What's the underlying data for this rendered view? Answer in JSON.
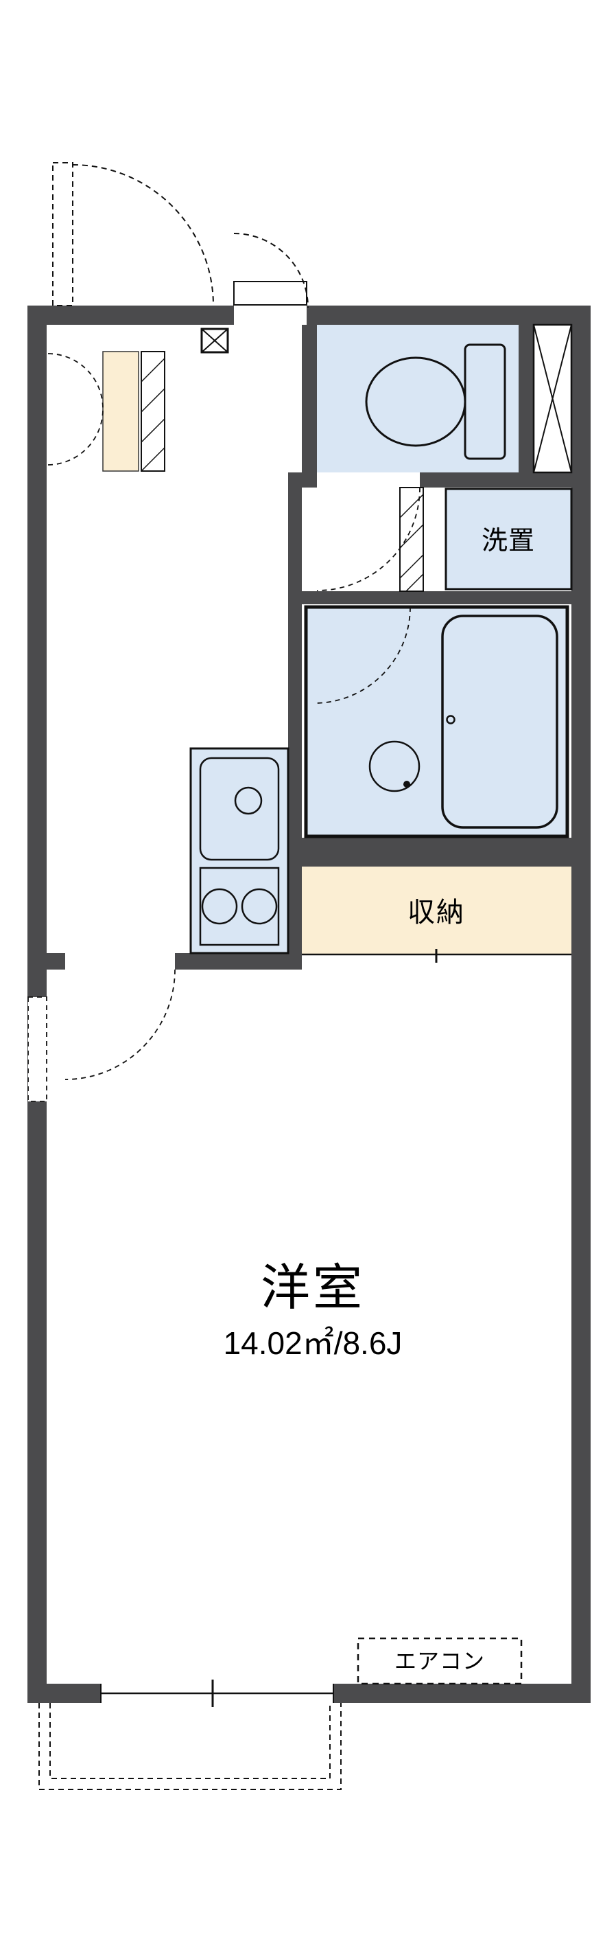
{
  "meta": {
    "kind": "apartment-floorplan"
  },
  "colors": {
    "wall": "#4b4b4d",
    "fixture": "#d9e6f4",
    "storage": "#fbeed3",
    "line": "#111111",
    "background": "#ffffff"
  },
  "rooms": {
    "main": {
      "name": "洋室",
      "size": "14.02㎡/8.6J"
    },
    "storage": {
      "label": "収納"
    },
    "laundry": {
      "label": "洗置"
    },
    "aircon": {
      "label": "エアコン"
    }
  },
  "icons": {
    "entry-mat": "small-square-with-x",
    "pipe-shaft": "rect-with-x-diagonals",
    "toilet": "tank-and-bowl-outline",
    "bathtub": "rounded-rect-outline",
    "washbowl": "circle-outline",
    "sink-drain": "circle-outline",
    "stove-burners": "two-circle-outlines",
    "door-swing": "dashed-quarter-arc",
    "balcony": "dashed-outline",
    "window": "double-line-gap"
  }
}
